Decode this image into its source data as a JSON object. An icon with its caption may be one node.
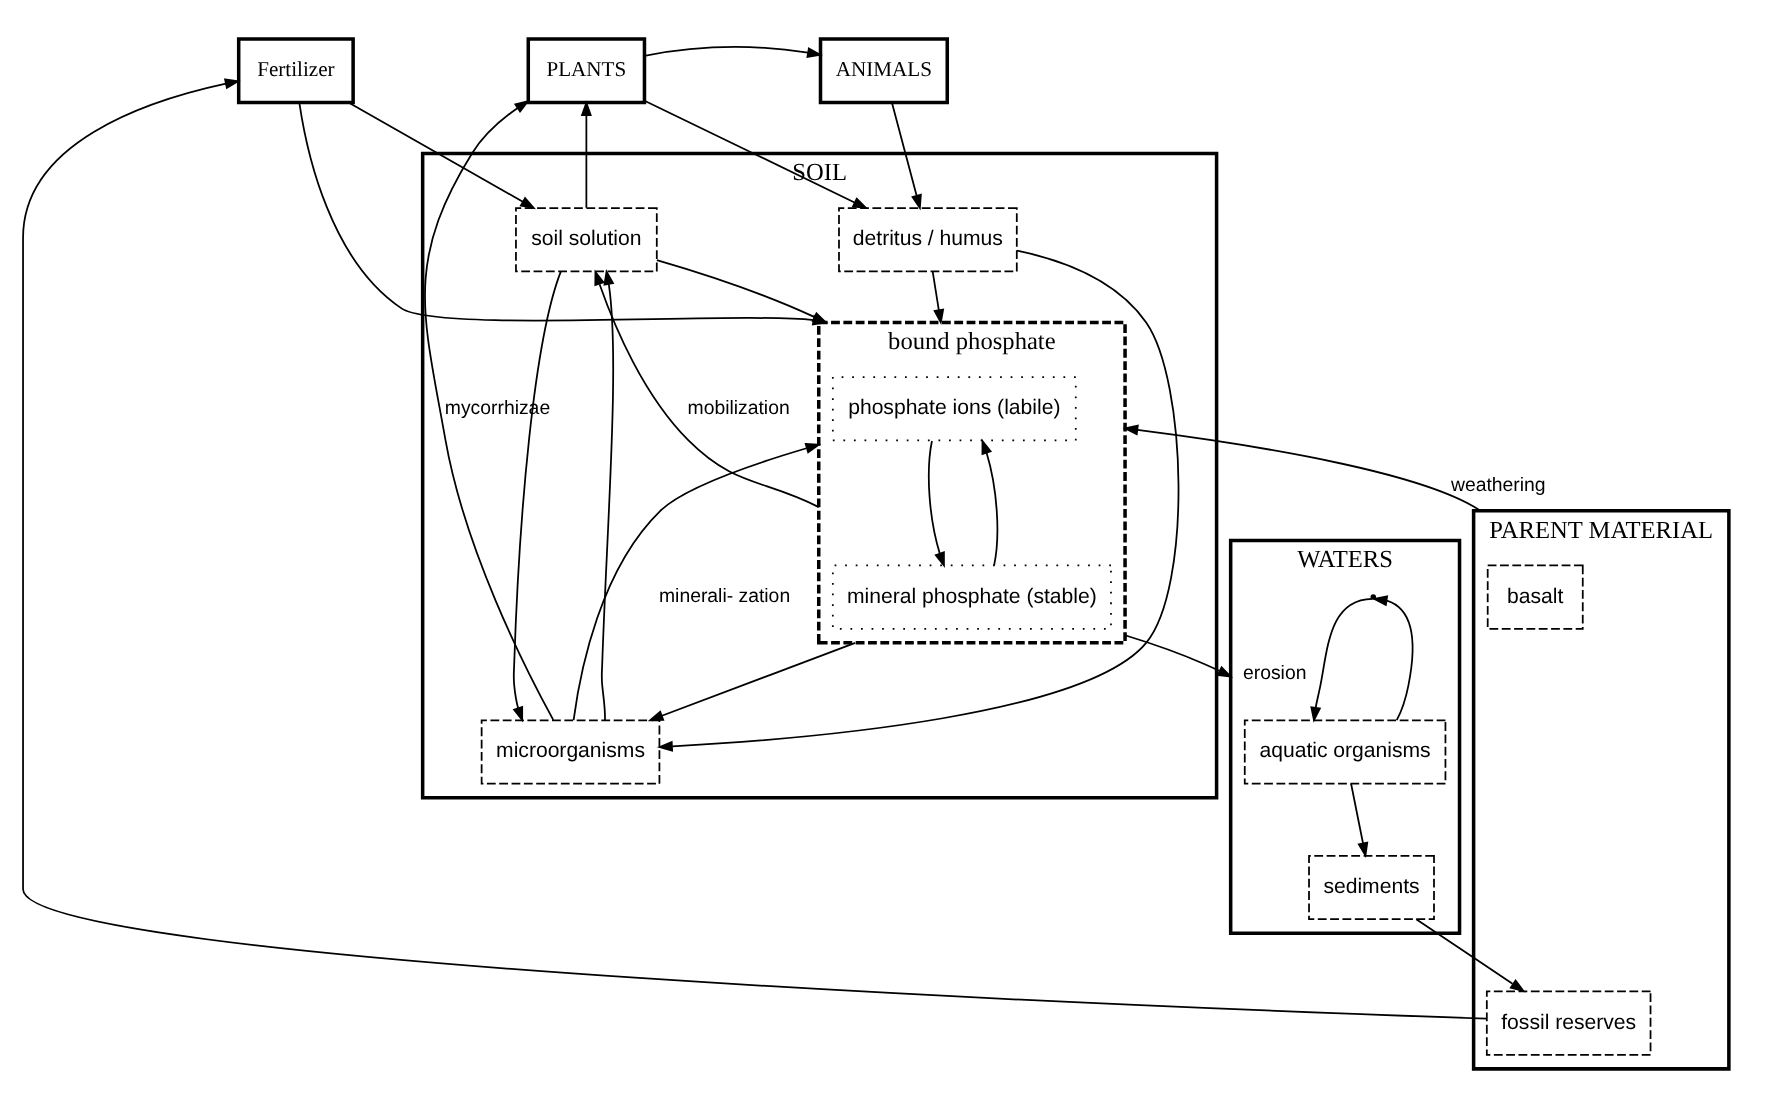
{
  "diagram": {
    "nodes": [
      {
        "text": [
          "Fertilizer"
        ]
      },
      {
        "text": [
          "PLANTS"
        ]
      },
      {
        "text": [
          "ANIMALS"
        ]
      },
      {
        "text": [
          "PARENT MATERIAL"
        ]
      },
      {
        "text": [
          "fossil reserves"
        ],
        "in": 3
      },
      {
        "text": [
          "basalt"
        ],
        "in": 3
      },
      {
        "text": [
          "SOIL"
        ]
      },
      {
        "text": [
          "soil solution"
        ],
        "in": 6
      },
      {
        "text": [
          "detritus / humus"
        ],
        "in": 6
      },
      {
        "text": [
          "bound phosphate"
        ],
        "in": 6
      },
      {
        "text": [
          "phosphate ions (labile)"
        ],
        "in": 9
      },
      {
        "text": [
          "mineral phosphate (stable)"
        ],
        "in": 9
      },
      {
        "text": [
          "microorganisms"
        ],
        "in": 6
      },
      {
        "text": [
          "WATERS"
        ]
      },
      {
        "text": [
          "aquatic organisms"
        ],
        "in": 13
      },
      {
        "text": [
          "sediments"
        ],
        "in": 13
      }
    ],
    "edges": [
      {
        "from": 1,
        "to": 2,
        "arrow": "to"
      },
      {
        "from": 4,
        "to": 0,
        "arrow": "to"
      },
      {
        "from": 0,
        "to": 7,
        "arrow": "to"
      },
      {
        "from": 0,
        "to": 9,
        "arrow": "to"
      },
      {
        "from": 7,
        "to": 1,
        "arrow": "to"
      },
      {
        "from": 1,
        "to": 8,
        "arrow": "to"
      },
      {
        "from": 2,
        "to": 8,
        "arrow": "to"
      },
      {
        "from": 7,
        "to": 9,
        "arrow": "to"
      },
      {
        "from": 9,
        "to": 7,
        "arrow": "to",
        "label": "mobilization"
      },
      {
        "from": 7,
        "to": 12,
        "arrow": "to"
      },
      {
        "from": 12,
        "to": 7,
        "arrow": "to"
      },
      {
        "from": 12,
        "to": 1,
        "arrow": "to",
        "label": "mycorrhizae"
      },
      {
        "from": 8,
        "to": 12,
        "arrow": "to"
      },
      {
        "from": 8,
        "to": 9,
        "arrow": "to"
      },
      {
        "from": 12,
        "to": 9,
        "arrow": "to",
        "label": "minerali- zation"
      },
      {
        "from": 9,
        "to": 12,
        "arrow": "to"
      },
      {
        "from": 3,
        "to": 9,
        "arrow": "to",
        "label": "weathering"
      },
      {
        "from": 9,
        "to": 13,
        "arrow": "to",
        "label": "erosion"
      },
      {
        "from": 10,
        "to": 11,
        "arrow": "to"
      },
      {
        "from": 11,
        "to": 10,
        "arrow": "to"
      },
      {
        "from": 13,
        "to": 14,
        "arrow": "to"
      },
      {
        "from": 14,
        "to": 13,
        "arrow": "to"
      },
      {
        "from": 14,
        "to": 15,
        "arrow": "to"
      },
      {
        "from": 15,
        "to": 4,
        "arrow": "to"
      }
    ]
  }
}
